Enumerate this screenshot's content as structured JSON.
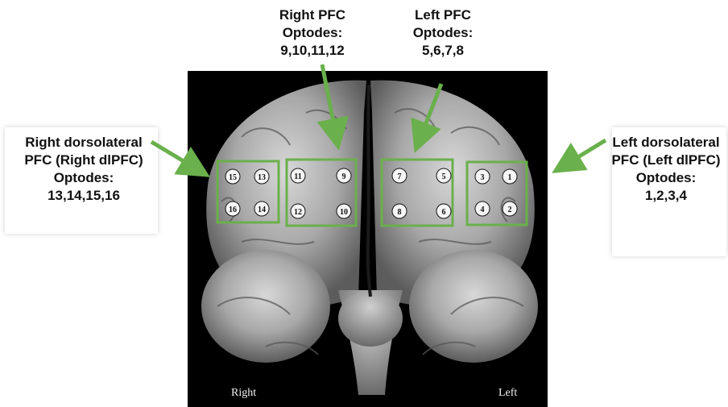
{
  "labels": {
    "right_pfc": [
      "Right PFC",
      "Optodes:",
      "9,10,11,12"
    ],
    "left_pfc": [
      "Left PFC",
      "Optodes:",
      "5,6,7,8"
    ],
    "right_dlpfc": [
      "Right dorsolateral",
      "PFC (Right dlPFC)",
      "Optodes:",
      "13,14,15,16"
    ],
    "left_dlpfc": [
      "Left dorsolateral",
      "PFC (Left dlPFC)",
      "Optodes:",
      "1,2,3,4"
    ]
  },
  "captions": {
    "right": "Right",
    "left": "Left"
  },
  "regions": {
    "right_dlpfc": {
      "optodes": [
        "15",
        "13",
        "16",
        "14"
      ]
    },
    "right_pfc": {
      "optodes": [
        "11",
        "9",
        "12",
        "10"
      ]
    },
    "left_pfc": {
      "optodes": [
        "7",
        "5",
        "8",
        "6"
      ]
    },
    "left_dlpfc": {
      "optodes": [
        "3",
        "1",
        "4",
        "2"
      ]
    }
  },
  "colors": {
    "highlight": "#6ab04c",
    "arrow": "#6ab04c",
    "background_photo": "#000000"
  }
}
